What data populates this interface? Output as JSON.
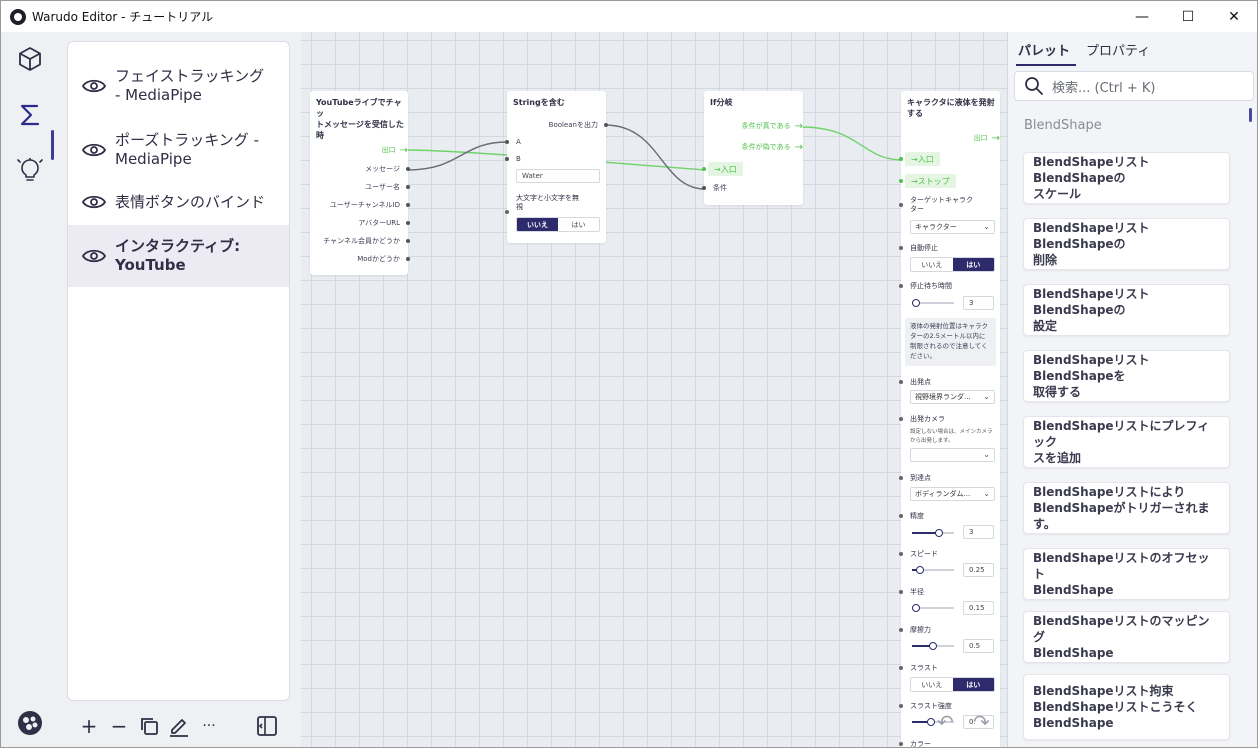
{
  "window": {
    "title": "Warudo Editor - チュートリアル",
    "minimize_symbol": "—",
    "maximize_symbol": "☐",
    "close_symbol": "✕"
  },
  "rail": {
    "items": [
      {
        "name": "cube-icon",
        "active": false
      },
      {
        "name": "sigma-icon",
        "active": true
      },
      {
        "name": "lightbulb-icon",
        "active": false
      }
    ],
    "bottom_icon": "warudo-logo-icon"
  },
  "blueprints": {
    "items": [
      {
        "label_line1": "フェイストラッキング",
        "label_line2": "- MediaPipe",
        "active": false
      },
      {
        "label_line1": "ポーズトラッキング -",
        "label_line2": "MediaPipe",
        "active": false
      },
      {
        "label_line1": "表情ボタンのバインド",
        "label_line2": "",
        "active": false
      },
      {
        "label_line1": "インタラクティブ:",
        "label_line2": "YouTube",
        "active": true
      }
    ],
    "toolbar": {
      "add": "+",
      "remove": "−",
      "more": "···"
    }
  },
  "canvas": {
    "nodes": {
      "youtube": {
        "title_line1": "YouTubeライブでチャッ",
        "title_line2": "トメッセージを受信した",
        "title_line3": "時",
        "out_flow": "出口",
        "ports": [
          "メッセージ",
          "ユーザー名",
          "ユーザーチャンネルID",
          "アバターURL",
          "チャンネル会員かどうか",
          "Modかどうか"
        ]
      },
      "string_contains": {
        "title": "Stringを含む",
        "output": "Booleanを出力",
        "input_a": "A",
        "input_b": "B",
        "b_value": "Water",
        "ignore_case_line1": "大文字と小文字を無",
        "ignore_case_line2": "視",
        "toggle_no": "いいえ",
        "toggle_yes": "はい"
      },
      "if_branch": {
        "title": "If分岐",
        "out_true": "条件が真である",
        "out_false": "条件が偽である",
        "in_flow": "入口",
        "condition": "条件"
      },
      "spawn_liquid": {
        "title_line1": "キャラクタに液体を発射",
        "title_line2": "する",
        "out_flow": "出口",
        "in_flow": "入口",
        "stop_flow": "ストップ",
        "target_label_line1": "ターゲットキャラク",
        "target_label_line2": "ター",
        "target_value": "キャラクター",
        "auto_stop_label": "自動停止",
        "auto_stop_no": "いいえ",
        "auto_stop_yes": "はい",
        "wait_label": "停止待ち時間",
        "wait_value": "3",
        "wait_fraction": 0.1,
        "note": "液体の発射位置はキャラクターの2.5メートル以内に制限されるので注意してください。",
        "origin_label": "出発点",
        "origin_value": "視野境界ランダ...",
        "camera_label": "出発カメラ",
        "camera_desc": "設定しない場合は、メインカメラから出発します。",
        "camera_value": "",
        "dest_label": "到達点",
        "dest_value": "ボディランダム...",
        "accuracy_label": "精度",
        "accuracy_value": "3",
        "accuracy_fraction": 0.65,
        "speed_label": "スピード",
        "speed_value": "0.25",
        "speed_fraction": 0.2,
        "radius_label": "半径",
        "radius_value": "0.15",
        "radius_fraction": 0.1,
        "friction_label": "摩擦力",
        "friction_value": "0.5",
        "friction_fraction": 0.5,
        "thrust_label": "スラスト",
        "thrust_no": "いいえ",
        "thrust_yes": "はい",
        "thrust_strength_label": "スラスト強度",
        "thrust_strength_value": "0.",
        "thrust_strength_fraction": 0.45,
        "color_label": "カラー"
      }
    }
  },
  "palette": {
    "tabs": [
      "パレット",
      "プロパティ"
    ],
    "search_placeholder": "検索... (Ctrl + K)",
    "section_title": "BlendShape",
    "items": [
      {
        "line1": "BlendShapeリストBlendShapeの",
        "line2": "スケール"
      },
      {
        "line1": "BlendShapeリストBlendShapeの",
        "line2": "削除"
      },
      {
        "line1": "BlendShapeリストBlendShapeの",
        "line2": "設定"
      },
      {
        "line1": "BlendShapeリストBlendShapeを",
        "line2": "取得する"
      },
      {
        "line1": "BlendShapeリストにプレフィック",
        "line2": "スを追加"
      },
      {
        "line1": "BlendShapeリストにより",
        "line2": "BlendShapeがトリガーされます。"
      },
      {
        "line1": "BlendShapeリストのオフセット",
        "line2": "BlendShape"
      },
      {
        "line1": "BlendShapeリストのマッピング",
        "line2": "BlendShape"
      },
      {
        "line1": "BlendShapeリスト拘束",
        "line2": "BlendShapeリストこうそく",
        "line3": "BlendShape"
      }
    ]
  },
  "colors": {
    "accent": "#2d2b6b",
    "flow_wire": "#6fd36a",
    "data_wire": "#6b6b78",
    "canvas_bg": "#e9ecf0"
  }
}
